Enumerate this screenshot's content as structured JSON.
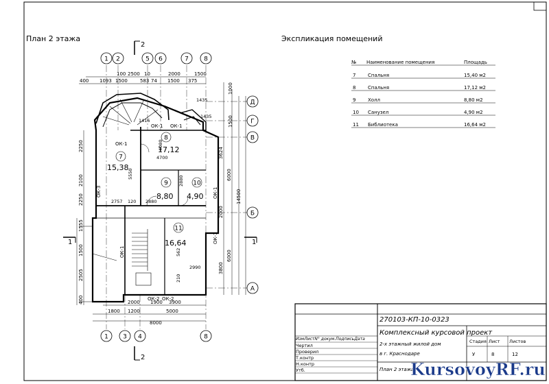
{
  "plan_title": "План 2 этажа",
  "section_mark": "2",
  "exp_title": "Экспликация помещений",
  "exp_headers": {
    "num": "№",
    "name": "Наименование помещения",
    "area": "Площадь"
  },
  "exp_rows": [
    {
      "num": "7",
      "name": "Спальня",
      "area": "15,40 м2"
    },
    {
      "num": "8",
      "name": "Спальня",
      "area": "17,12 м2"
    },
    {
      "num": "9",
      "name": "Холл",
      "area": "8,80 м2"
    },
    {
      "num": "10",
      "name": "Санузел",
      "area": "4,90 м2"
    },
    {
      "num": "11",
      "name": "Библиотека",
      "area": "16,64 м2"
    }
  ],
  "top_axes": [
    "1",
    "2",
    "5",
    "6",
    "7",
    "8"
  ],
  "bottom_axes": [
    "1",
    "3",
    "4",
    "8"
  ],
  "right_axes": [
    "Д",
    "Г",
    "В",
    "Б",
    "А"
  ],
  "left_mark": "1",
  "right_mark": "1",
  "top_dims": {
    "row1": [
      "100",
      "2500",
      "10",
      "2000",
      "1500"
    ],
    "row2": [
      "400",
      "1093",
      "1500",
      "583",
      "74",
      "1500",
      "375"
    ]
  },
  "bottom_dims": {
    "row1": [
      "2000",
      "1900",
      "3900"
    ],
    "row2": [
      "1800",
      "1200",
      "5000"
    ],
    "total": "8000"
  },
  "left_dims": [
    "2250",
    "2100",
    "2250",
    "1555",
    "1500",
    "2505",
    "400"
  ],
  "right_dims": [
    "1000",
    "1500",
    "3624",
    "6000",
    "2000",
    "6000",
    "3800",
    "14500"
  ],
  "rooms": [
    {
      "num": "7",
      "area": "15,38"
    },
    {
      "num": "8",
      "area": "17,12"
    },
    {
      "num": "9",
      "area": "8,80"
    },
    {
      "num": "10",
      "area": "4,90"
    },
    {
      "num": "11",
      "area": "16,64"
    }
  ],
  "window_labels": [
    "ОК-1",
    "ОК-1",
    "ОК-1",
    "ОК-2",
    "ОК-3",
    "ОК-1",
    "ОК-1",
    "ОК-1",
    "ОК-2"
  ],
  "interior_dims": [
    "4700",
    "4080",
    "5550",
    "2757",
    "120",
    "2880",
    "2880",
    "562",
    "2990",
    "210",
    "1435",
    "1435",
    "1416"
  ],
  "title_block": {
    "doc_code": "270103-КП-10-0323",
    "project": "Комплексный курсовой проект",
    "desc_line1": "2-х этажный жилой дом",
    "desc_line2": "в г. Краснодаре",
    "sheet_title": "План 2 этажа",
    "col_headers": "ИзмЛистN° докум.ПодписьДата",
    "roles": [
      "Чертил",
      "Проверил",
      "Т.контр",
      "Н.контр",
      "Утб."
    ],
    "stage_headers": [
      "Стадия",
      "Лист",
      "Листов"
    ],
    "stage_values": [
      "У",
      "8",
      "12"
    ]
  },
  "watermark": "KursovoyRF.ru"
}
